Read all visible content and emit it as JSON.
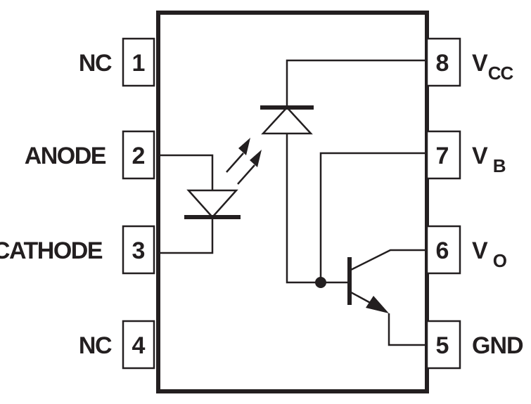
{
  "pins": {
    "p1": {
      "number": "1",
      "label": "NC"
    },
    "p2": {
      "number": "2",
      "label": "ANODE"
    },
    "p3": {
      "number": "3",
      "label": "CATHODE"
    },
    "p4": {
      "number": "4",
      "label": "NC"
    },
    "p5": {
      "number": "5",
      "label": "GND"
    },
    "p6": {
      "number": "6",
      "label": "V",
      "sub": "O"
    },
    "p7": {
      "number": "7",
      "label": "V",
      "sub": "B"
    },
    "p8": {
      "number": "8",
      "label": "V",
      "sub": "CC"
    }
  },
  "colors": {
    "ink": "#231f20",
    "background": "#ffffff"
  }
}
